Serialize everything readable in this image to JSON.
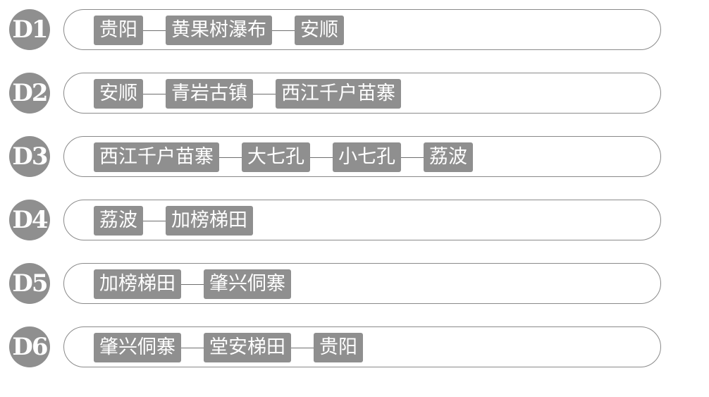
{
  "days": [
    {
      "label": "D1",
      "stops": [
        "贵阳",
        "黄果树瀑布",
        "安顺"
      ]
    },
    {
      "label": "D2",
      "stops": [
        "安顺",
        "青岩古镇",
        "西江千户苗寨"
      ]
    },
    {
      "label": "D3",
      "stops": [
        "西江千户苗寨",
        "大七孔",
        "小七孔",
        "荔波"
      ]
    },
    {
      "label": "D4",
      "stops": [
        "荔波",
        "加榜梯田"
      ]
    },
    {
      "label": "D5",
      "stops": [
        "加榜梯田",
        "肇兴侗寨"
      ]
    },
    {
      "label": "D6",
      "stops": [
        "肇兴侗寨",
        "堂安梯田",
        "贵阳"
      ]
    }
  ],
  "colors": {
    "badge": "#8f8f8f",
    "stop_fill": "#8f8f8f",
    "track_border": "#8a8a8a",
    "text": "#ffffff"
  }
}
